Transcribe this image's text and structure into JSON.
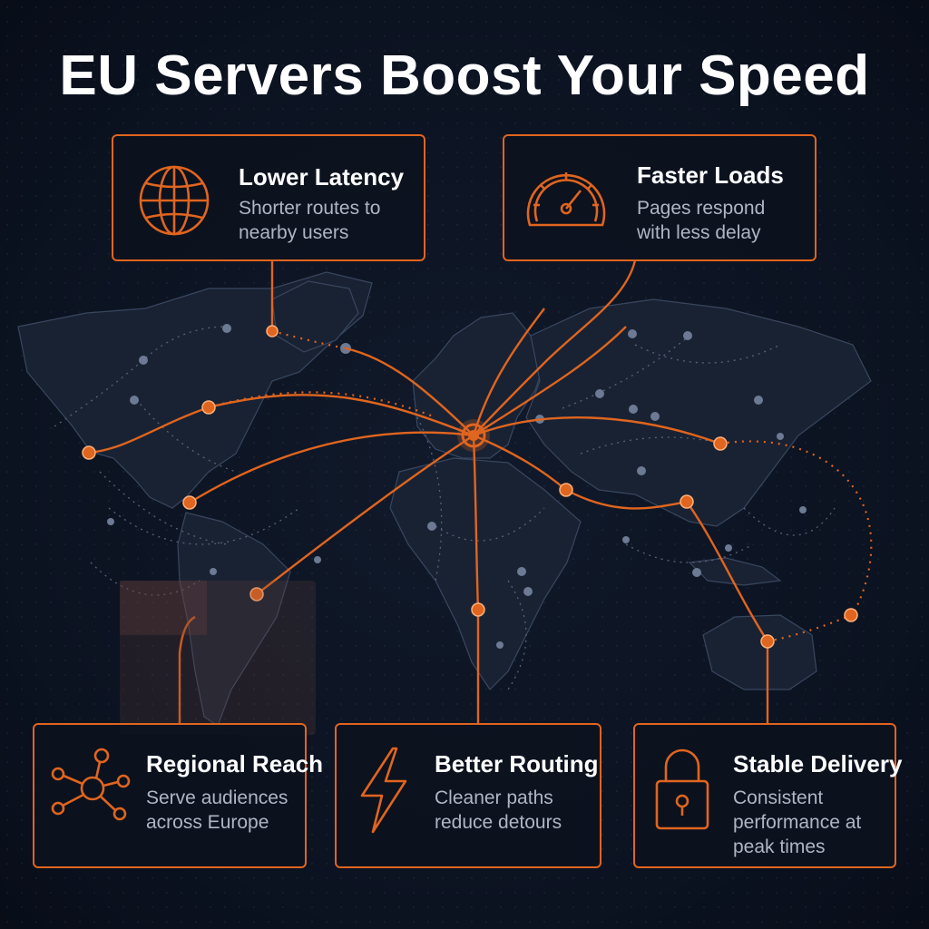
{
  "title": "EU Servers Boost Your Speed",
  "colors": {
    "accent": "#e0651f",
    "background": "#0b1220",
    "text": "#ffffff",
    "muted": "#aeb6c4"
  },
  "cards": [
    {
      "icon": "globe-icon",
      "heading": "Lower Latency",
      "body": "Shorter routes to\nnearby users"
    },
    {
      "icon": "speedometer-icon",
      "heading": "Faster Loads",
      "body": "Pages respond\nwith less delay"
    },
    {
      "icon": "network-hub-icon",
      "heading": "Regional Reach",
      "body": "Serve audiences\nacross Europe"
    },
    {
      "icon": "lightning-bolt-icon",
      "heading": "Better Routing",
      "body": "Cleaner paths\nreduce detours"
    },
    {
      "icon": "padlock-icon",
      "heading": "Stable Delivery",
      "body": "Consistent\nperformance at\npeak times"
    }
  ]
}
